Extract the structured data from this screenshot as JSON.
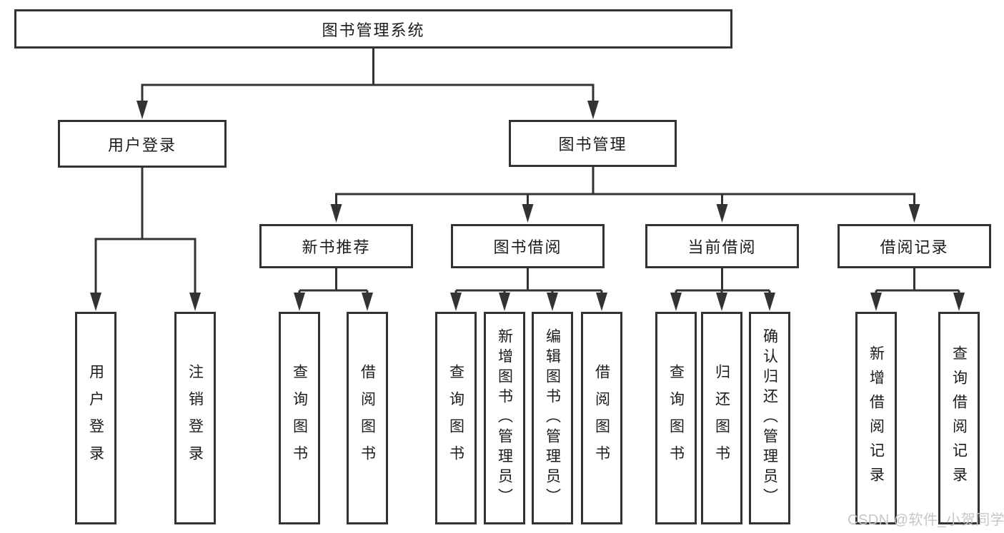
{
  "tree": {
    "label": "图书管理系统",
    "children": [
      {
        "label": "用户登录",
        "children": [
          {
            "label": "用户登录"
          },
          {
            "label": "注销登录"
          }
        ]
      },
      {
        "label": "图书管理",
        "children": [
          {
            "label": "新书推荐",
            "children": [
              {
                "label": "查询图书"
              },
              {
                "label": "借阅图书"
              }
            ]
          },
          {
            "label": "图书借阅",
            "children": [
              {
                "label": "查询图书"
              },
              {
                "label": "新增图书（管理员）"
              },
              {
                "label": "编辑图书（管理员）"
              },
              {
                "label": "借阅图书"
              }
            ]
          },
          {
            "label": "当前借阅",
            "children": [
              {
                "label": "查询图书"
              },
              {
                "label": "归还图书"
              },
              {
                "label": "确认归还（管理员）"
              }
            ]
          },
          {
            "label": "借阅记录",
            "children": [
              {
                "label": "新增借阅记录"
              },
              {
                "label": "查询借阅记录"
              }
            ]
          }
        ]
      }
    ]
  },
  "watermark": {
    "text": "CSDN @软件_小贺同学"
  },
  "colors": {
    "line": "#333333",
    "text": "#1c1c1c",
    "box_background": "#ffffff",
    "watermark": "#c6c6c6"
  }
}
